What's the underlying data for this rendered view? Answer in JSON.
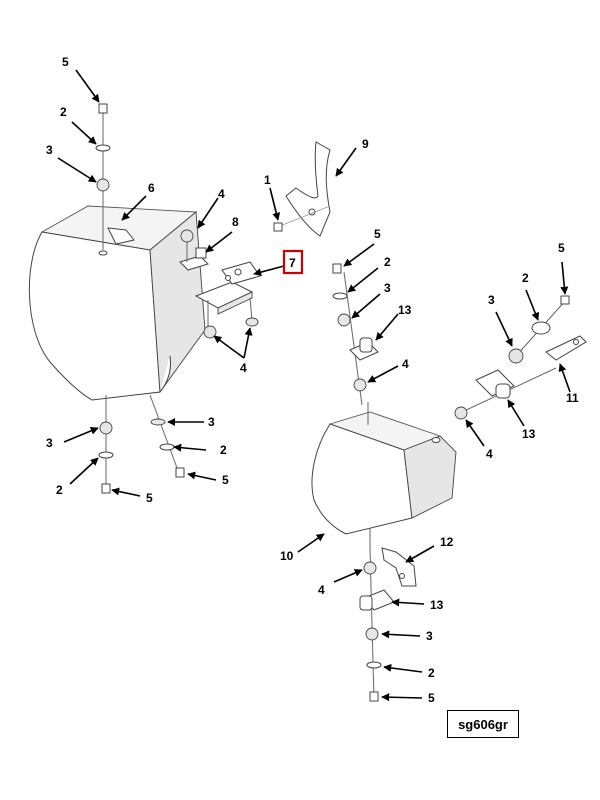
{
  "drawing_code": "sg606gr",
  "highlight_color": "#d00000",
  "callouts": [
    {
      "label": "5"
    },
    {
      "label": "2"
    },
    {
      "label": "3"
    },
    {
      "label": "6"
    },
    {
      "label": "4"
    },
    {
      "label": "8"
    },
    {
      "label": "1"
    },
    {
      "label": "9"
    },
    {
      "label": "7"
    },
    {
      "label": "4"
    },
    {
      "label": "3"
    },
    {
      "label": "2"
    },
    {
      "label": "3"
    },
    {
      "label": "2"
    },
    {
      "label": "5"
    },
    {
      "label": "5"
    },
    {
      "label": "5"
    },
    {
      "label": "2"
    },
    {
      "label": "3"
    },
    {
      "label": "13"
    },
    {
      "label": "4"
    },
    {
      "label": "5"
    },
    {
      "label": "2"
    },
    {
      "label": "3"
    },
    {
      "label": "11"
    },
    {
      "label": "13"
    },
    {
      "label": "4"
    },
    {
      "label": "10"
    },
    {
      "label": "12"
    },
    {
      "label": "4"
    },
    {
      "label": "13"
    },
    {
      "label": "3"
    },
    {
      "label": "2"
    },
    {
      "label": "5"
    }
  ]
}
